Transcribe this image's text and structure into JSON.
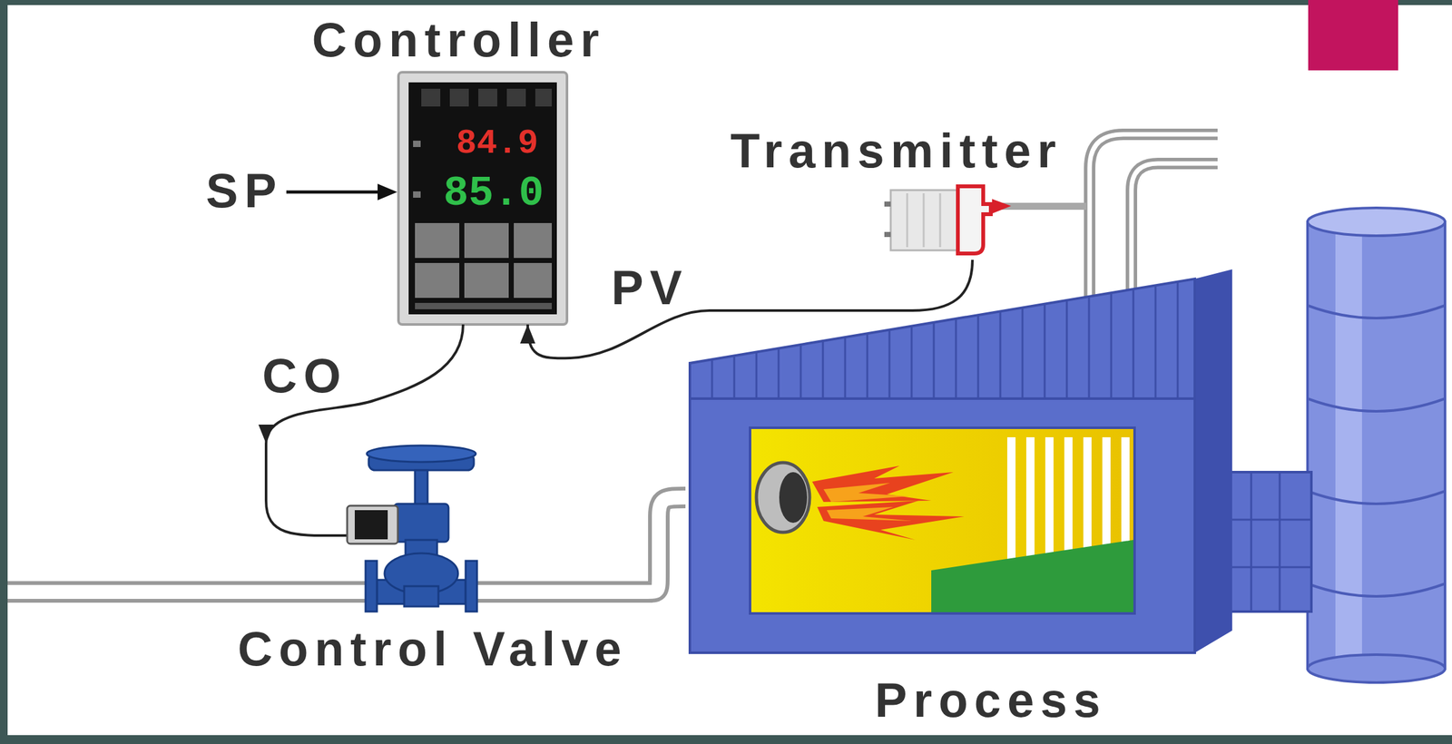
{
  "diagram": {
    "nodes": [
      {
        "text": [
          "Controller"
        ]
      },
      {
        "text": [
          "Transmitter"
        ]
      },
      {
        "text": [
          "Control Valve"
        ]
      },
      {
        "text": [
          "Process"
        ]
      }
    ],
    "edges": [
      {
        "from": 1,
        "to": 0,
        "arrow": "to",
        "label": "PV"
      },
      {
        "from": 0,
        "to": 2,
        "arrow": "to",
        "label": "CO"
      },
      {
        "from": 2,
        "to": 3,
        "arrow": "none"
      }
    ],
    "labels": [
      "SP",
      "84.9",
      "85.0"
    ]
  }
}
